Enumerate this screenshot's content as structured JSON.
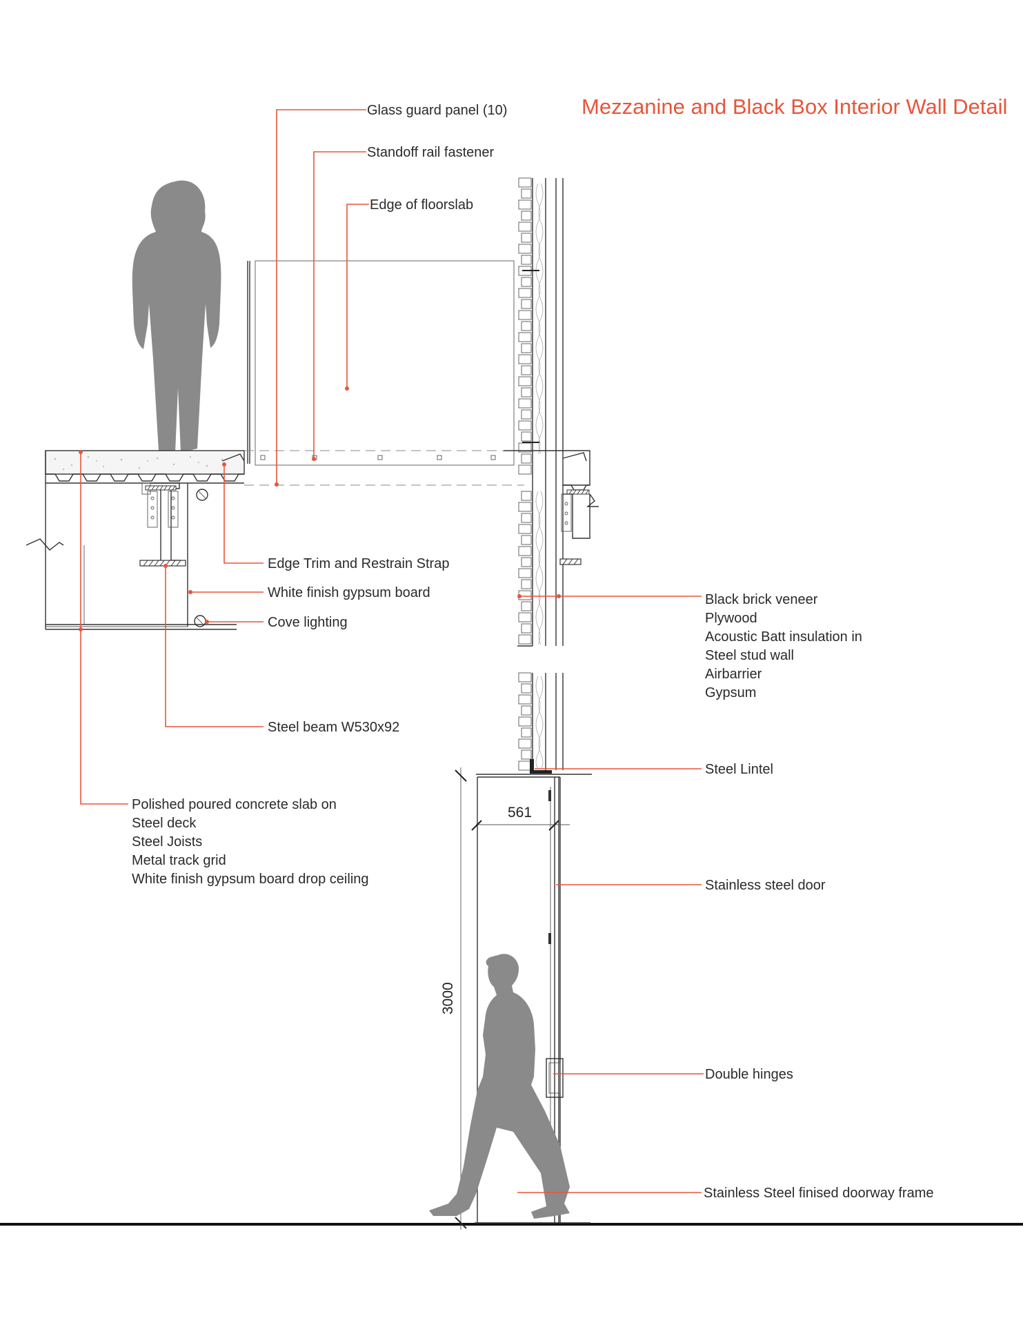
{
  "title": "Mezzanine and Black Box Interior Wall Detail",
  "labels": {
    "glass_guard": "Glass guard panel (10)",
    "standoff": "Standoff rail fastener",
    "edge_floorslab": "Edge of floorslab",
    "edge_trim": "Edge Trim and Restrain Strap",
    "gypsum_board": "White finish gypsum board",
    "cove_lighting": "Cove lighting",
    "steel_beam": "Steel beam W530x92",
    "slab_assembly": [
      "Polished poured concrete slab on",
      "Steel deck",
      "Steel Joists",
      "Metal track grid",
      "White finish gypsum board drop ceiling"
    ],
    "wall_assembly": [
      "Black brick veneer",
      "Plywood",
      "Acoustic Batt insulation in",
      "Steel stud wall",
      "Airbarrier",
      "Gypsum"
    ],
    "steel_lintel": "Steel Lintel",
    "door": "Stainless steel door",
    "hinges": "Double hinges",
    "frame": "Stainless Steel finised doorway frame"
  },
  "dimensions": {
    "door_width": "561",
    "door_height": "3000"
  },
  "colors": {
    "accent": "#e8553a",
    "line": "#333333",
    "figure": "#8a8a8a"
  }
}
